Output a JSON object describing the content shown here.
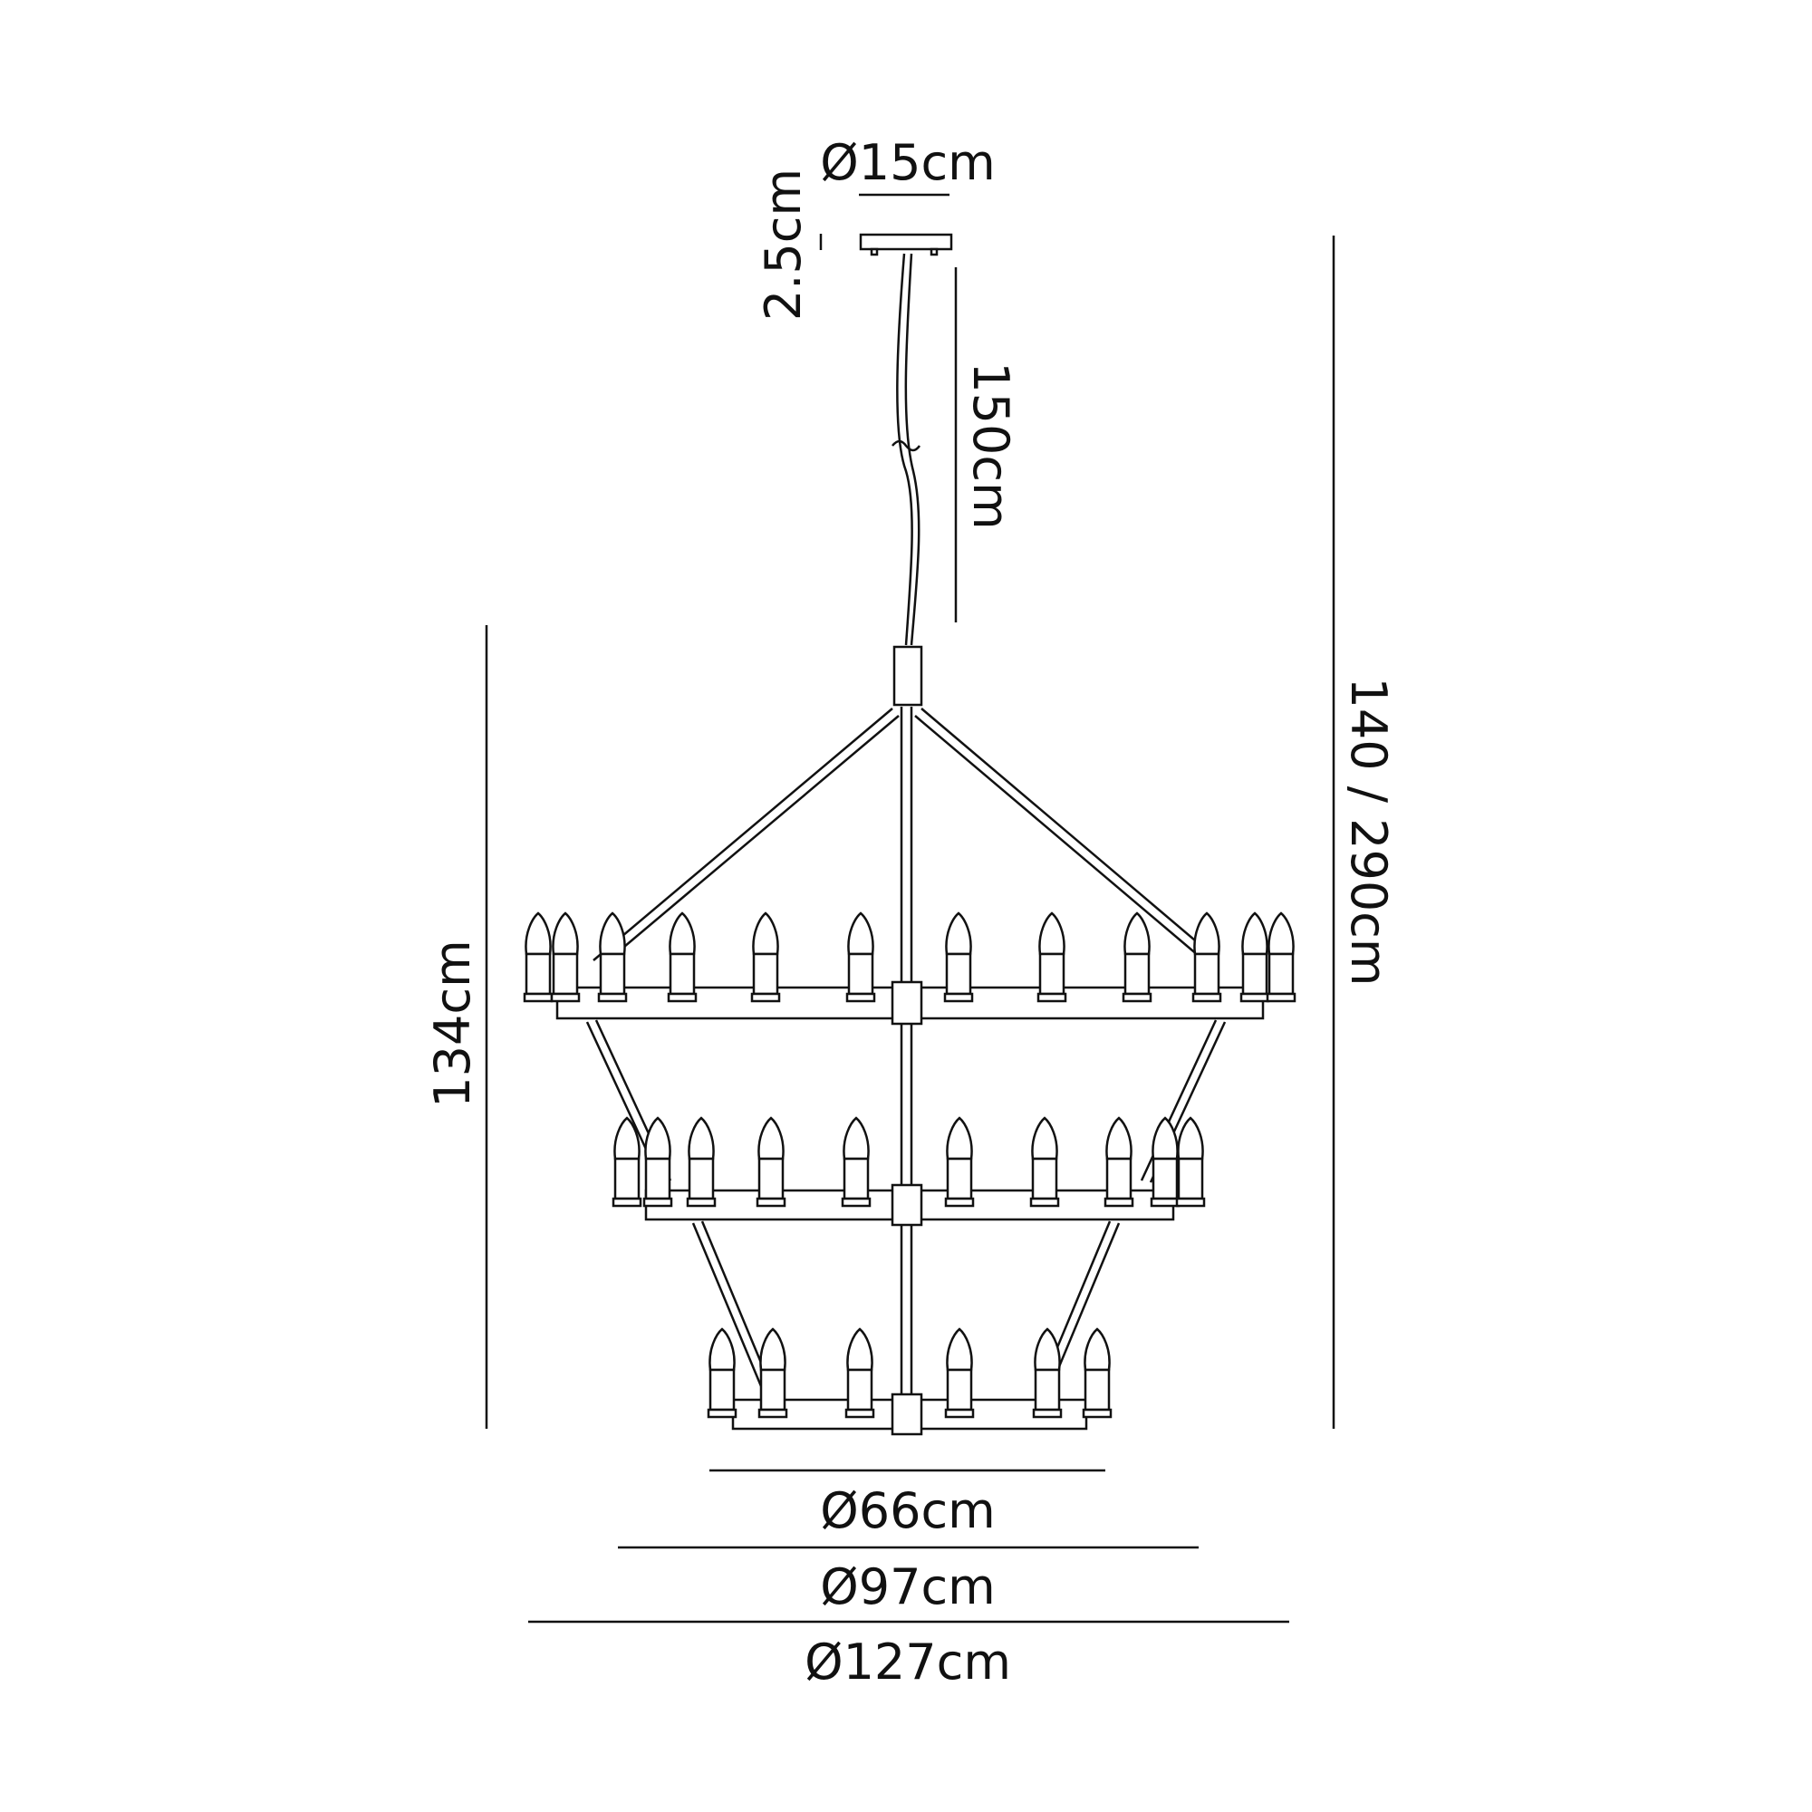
{
  "dimensions": {
    "canopy_diameter": "Ø15cm",
    "canopy_height": "2.5cm",
    "chain_length": "150cm",
    "overall_height": "140 / 290cm",
    "body_height": "134cm",
    "bottom_tier_diameter": "Ø66cm",
    "middle_tier_diameter": "Ø97cm",
    "top_tier_diameter": "Ø127cm"
  },
  "tiers": {
    "top_bulb_count": 12,
    "middle_bulb_count": 10,
    "bottom_bulb_count": 6
  },
  "colors": {
    "line": "#111111",
    "background": "#ffffff"
  }
}
